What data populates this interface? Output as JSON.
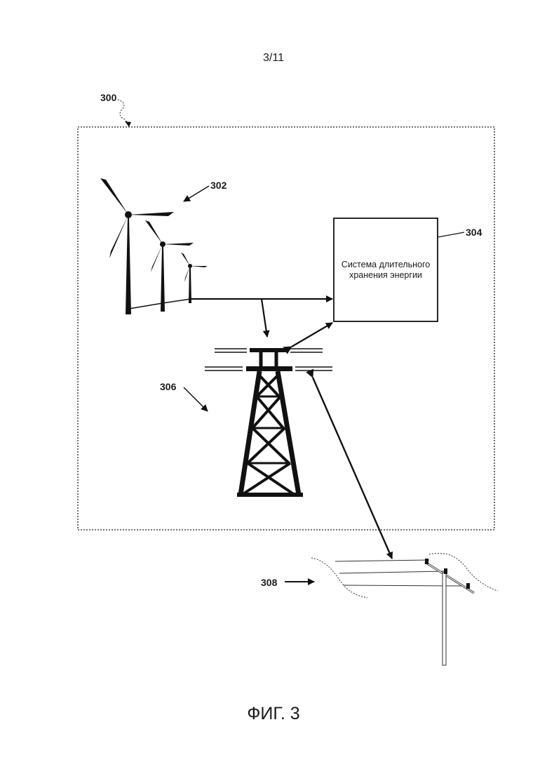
{
  "page_number": "3/11",
  "labels": {
    "system": "300",
    "wind_turbines": "302",
    "storage": "304",
    "tower": "306",
    "distribution": "308"
  },
  "storage_box_text_line1": "Система длительного",
  "storage_box_text_line2": "хранения энергии",
  "figure_caption": "ФИГ. 3",
  "icons": [
    "wind-turbine-icon",
    "transmission-tower-icon",
    "utility-pole-icon"
  ]
}
